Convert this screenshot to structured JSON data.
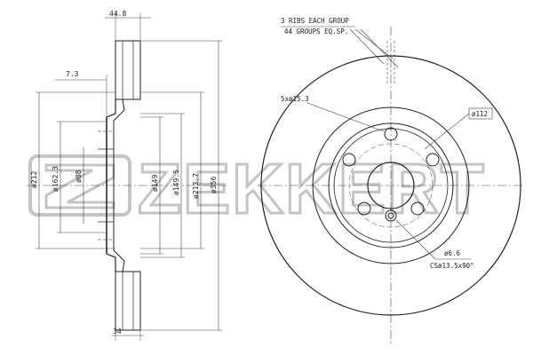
{
  "brand": {
    "logo_text": "ZEKKERT"
  },
  "section_view": {
    "dimensions": {
      "overall_height": "44.8",
      "hat_offset": "7.3",
      "outer_diameter": "ø212",
      "pcd_diameter": "ø162.3",
      "center_bore_diameter": "ø88",
      "hub_diameter": "ø149",
      "hat_diameter": "ø149.5",
      "friction_inner_diameter": "ø213.7",
      "disc_diameter": "ø356",
      "disc_thickness": "34"
    }
  },
  "front_view": {
    "notes": {
      "ribs_line1": "3 RIBS EACH GROUP",
      "ribs_line2": "44 GROUPS EQ.SP."
    },
    "callouts": {
      "bolt_holes": "5xø15.3",
      "bolt_circle": "ø112",
      "small_hole": "ø6.6",
      "countersink": "CSø13.5x90°"
    }
  }
}
